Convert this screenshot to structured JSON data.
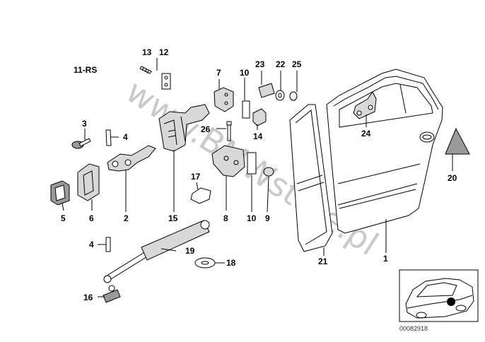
{
  "diagram": {
    "group_label": "11-RS",
    "watermark": "www.BMWstore.pl",
    "image_code": "00082918",
    "callouts": [
      {
        "id": "c1",
        "text": "1"
      },
      {
        "id": "c2",
        "text": "2"
      },
      {
        "id": "c3",
        "text": "3"
      },
      {
        "id": "c4a",
        "text": "4"
      },
      {
        "id": "c4b",
        "text": "4"
      },
      {
        "id": "c5",
        "text": "5"
      },
      {
        "id": "c6",
        "text": "6"
      },
      {
        "id": "c7",
        "text": "7"
      },
      {
        "id": "c8",
        "text": "8"
      },
      {
        "id": "c9",
        "text": "9"
      },
      {
        "id": "c10a",
        "text": "10"
      },
      {
        "id": "c10b",
        "text": "10"
      },
      {
        "id": "c12",
        "text": "12"
      },
      {
        "id": "c13",
        "text": "13"
      },
      {
        "id": "c14",
        "text": "14"
      },
      {
        "id": "c15",
        "text": "15"
      },
      {
        "id": "c16",
        "text": "16"
      },
      {
        "id": "c17",
        "text": "17"
      },
      {
        "id": "c18",
        "text": "18"
      },
      {
        "id": "c19",
        "text": "19"
      },
      {
        "id": "c20",
        "text": "20"
      },
      {
        "id": "c21",
        "text": "21"
      },
      {
        "id": "c22",
        "text": "22"
      },
      {
        "id": "c23",
        "text": "23"
      },
      {
        "id": "c24",
        "text": "24"
      },
      {
        "id": "c25",
        "text": "25"
      },
      {
        "id": "c26",
        "text": "26"
      }
    ]
  }
}
